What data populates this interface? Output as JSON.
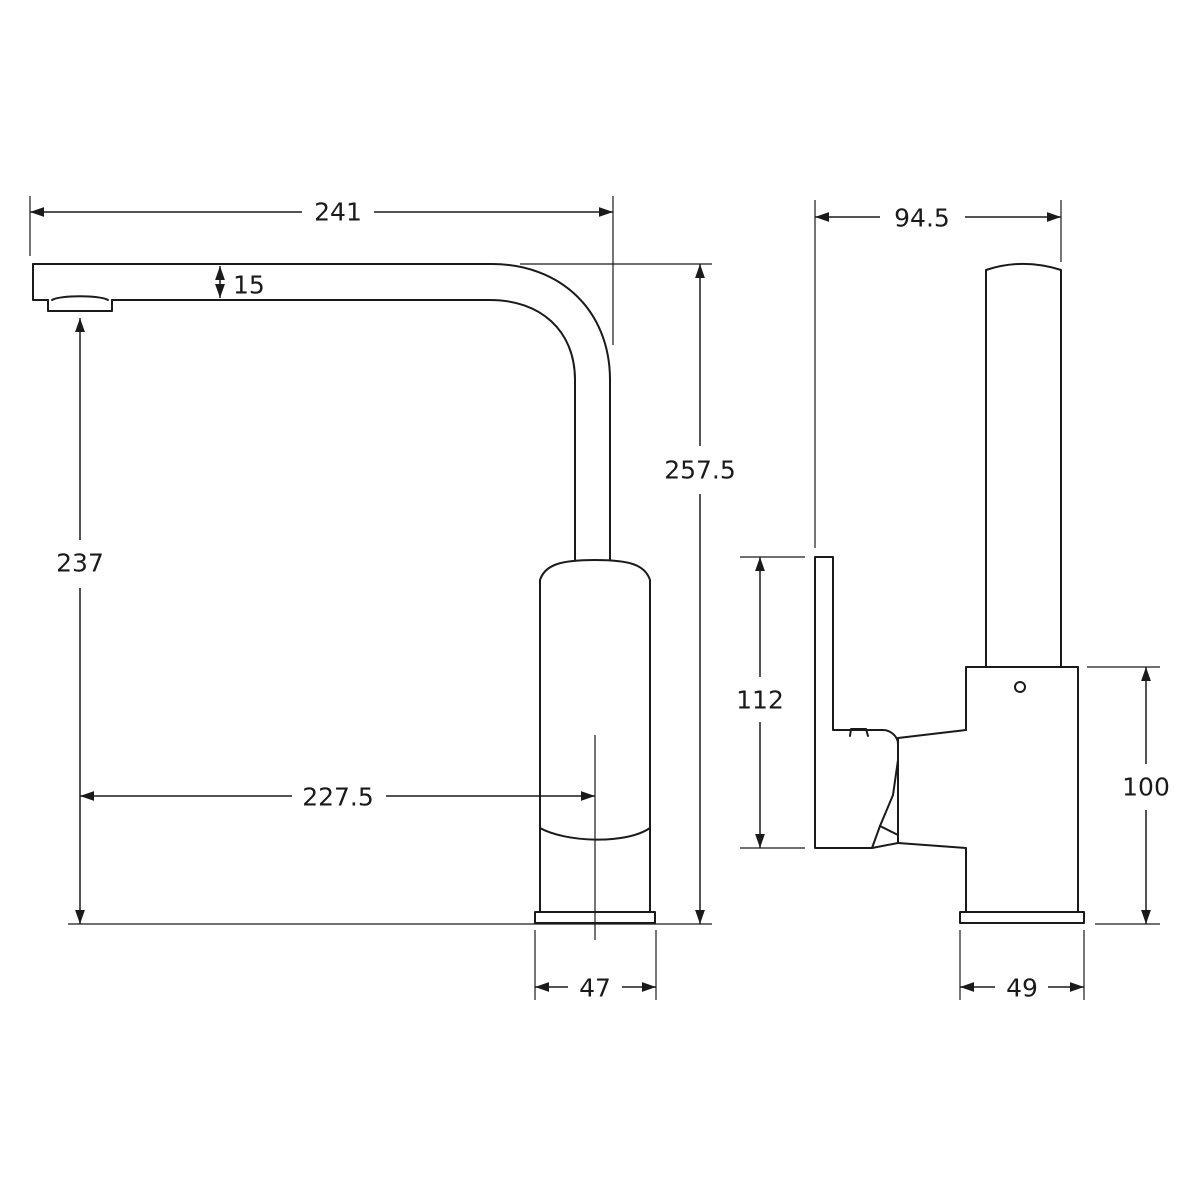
{
  "views": {
    "front": {
      "dimensions": {
        "overall_width": "241",
        "spout_thickness": "15",
        "spout_height": "237",
        "overall_height": "257.5",
        "spout_reach": "227.5",
        "base_width": "47"
      }
    },
    "side": {
      "dimensions": {
        "overall_depth": "94.5",
        "lever_height": "112",
        "body_height": "100",
        "base_width": "49"
      }
    }
  },
  "colors": {
    "line": "#1a1a1a",
    "background": "#ffffff"
  }
}
